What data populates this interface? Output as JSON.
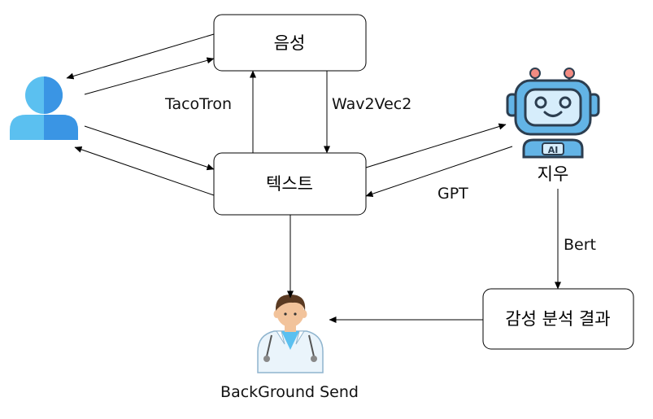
{
  "nodes": {
    "voice": "음성",
    "text": "텍스트",
    "jiwoo": "지우",
    "sentiment": "감성 분석 결과",
    "background": "BackGround Send",
    "robot_badge": "AI"
  },
  "edges": {
    "tts": "TacoTron",
    "stt": "Wav2Vec2",
    "llm": "GPT",
    "classifier": "Bert"
  },
  "icons": {
    "user": "user-icon",
    "robot": "robot-icon",
    "doctor": "doctor-icon"
  },
  "colors": {
    "user_light": "#5BC0F0",
    "user_dark": "#3A95E4",
    "robot_frame": "#2C3E50",
    "robot_face": "#63B4E6",
    "robot_screen": "#D6EDFB",
    "robot_accent": "#F28B82",
    "doctor_coat": "#EAF4FB",
    "doctor_skin": "#F2C39B",
    "doctor_hair": "#5A3A22"
  }
}
